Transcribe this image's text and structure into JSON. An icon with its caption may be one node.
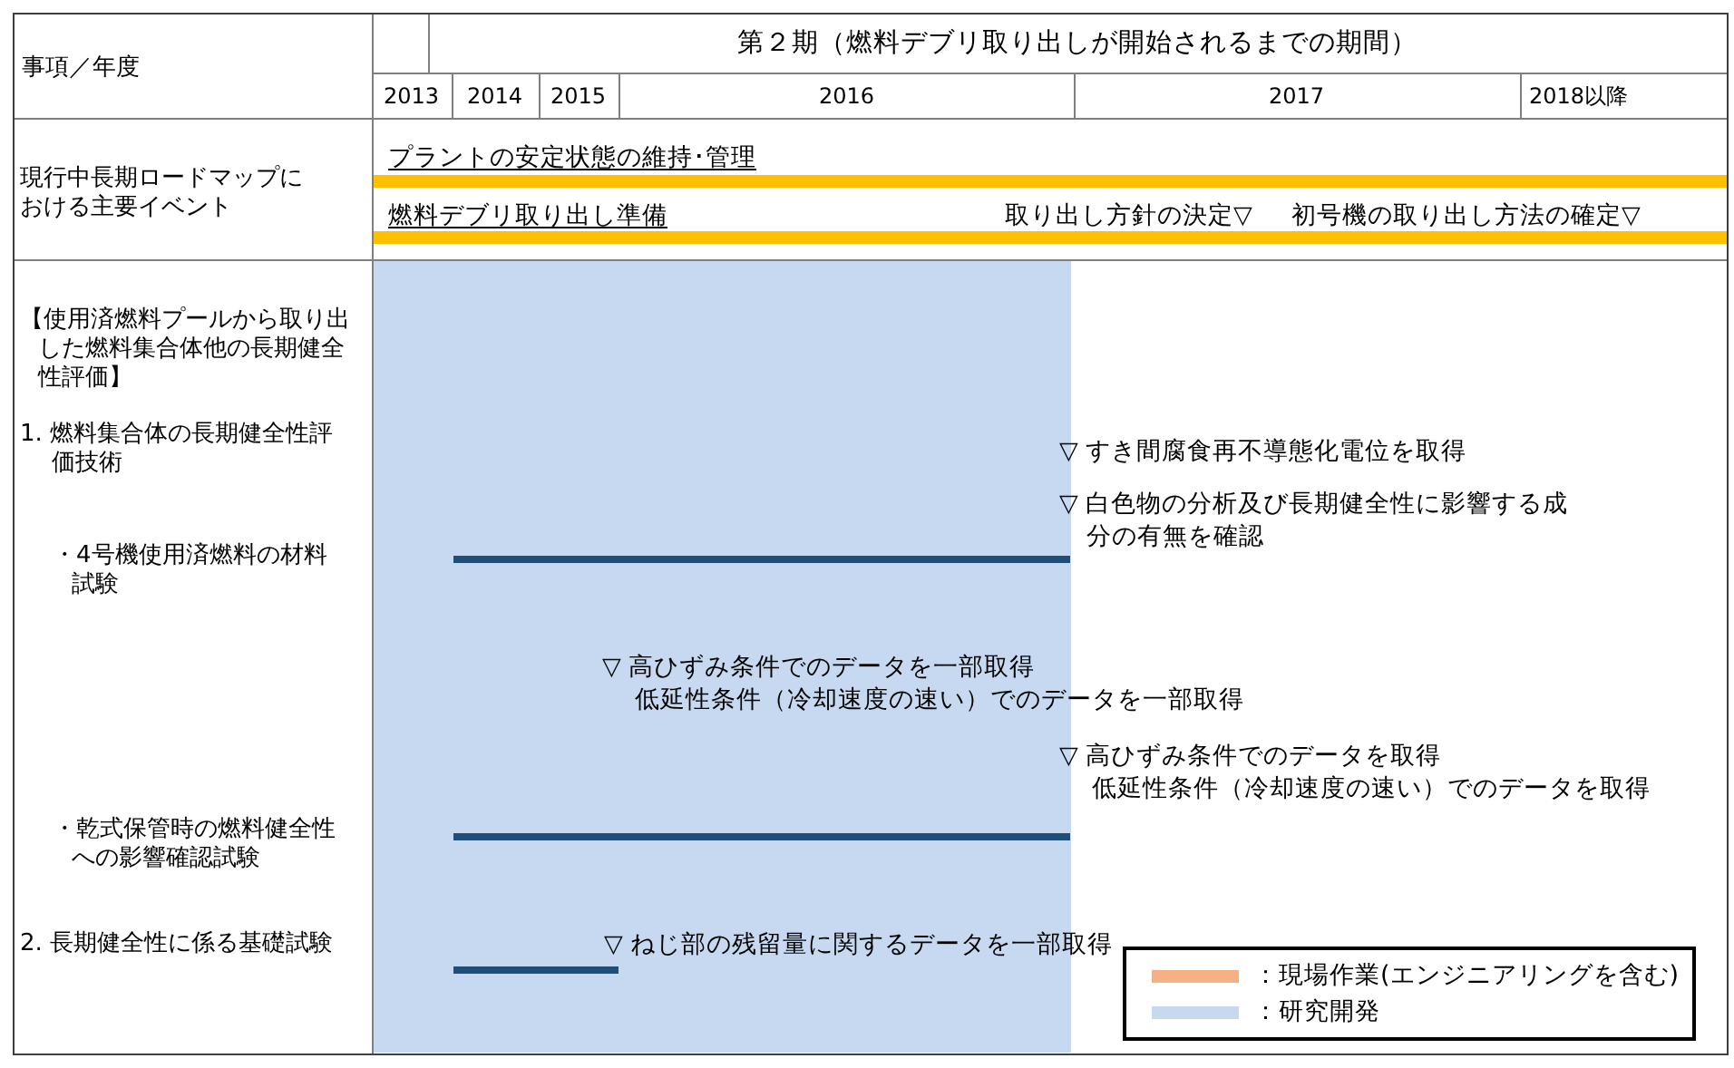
{
  "diagram": {
    "labels": [
      "事項／年度",
      "第２期（燃料デブリ取り出しが開始されるまでの期間）",
      "2013",
      "2014",
      "2015",
      "2016",
      "2017",
      "2018以降",
      "現行中長期ロードマップにおける主要イベント",
      "プラントの安定状態の維持･管理",
      "燃料デブリ取り出し準備",
      "取り出し方針の決定▽",
      "初号機の取り出し方法の確定▽",
      "【使用済燃料プールから取り出した燃料集合体他の長期健全性評価】",
      "1. 燃料集合体の長期健全性評価技術",
      "▽ すき間腐食再不導態化電位を取得",
      "▽ 白色物の分析及び長期健全性に影響する成分の有無を確認",
      "・4号機使用済燃料の材料試験",
      "▽ 高ひずみ条件でのデータを一部取得",
      "低延性条件（冷却速度の速い）でのデータを一部取得",
      "▽ 高ひずみ条件でのデータを取得",
      "低延性条件（冷却速度の速い）でのデータを取得",
      "・乾式保管時の燃料健全性への影響確認試験",
      "2. 長期健全性に係る基礎試験",
      "▽ ねじ部の残留量に関するデータを一部取得"
    ],
    "legend": [
      {
        "text": "：現場作業(エンジニアリングを含む)",
        "color": "#f4b183"
      },
      {
        "text": "：研究開発",
        "color": "#c6d9f0"
      }
    ]
  }
}
